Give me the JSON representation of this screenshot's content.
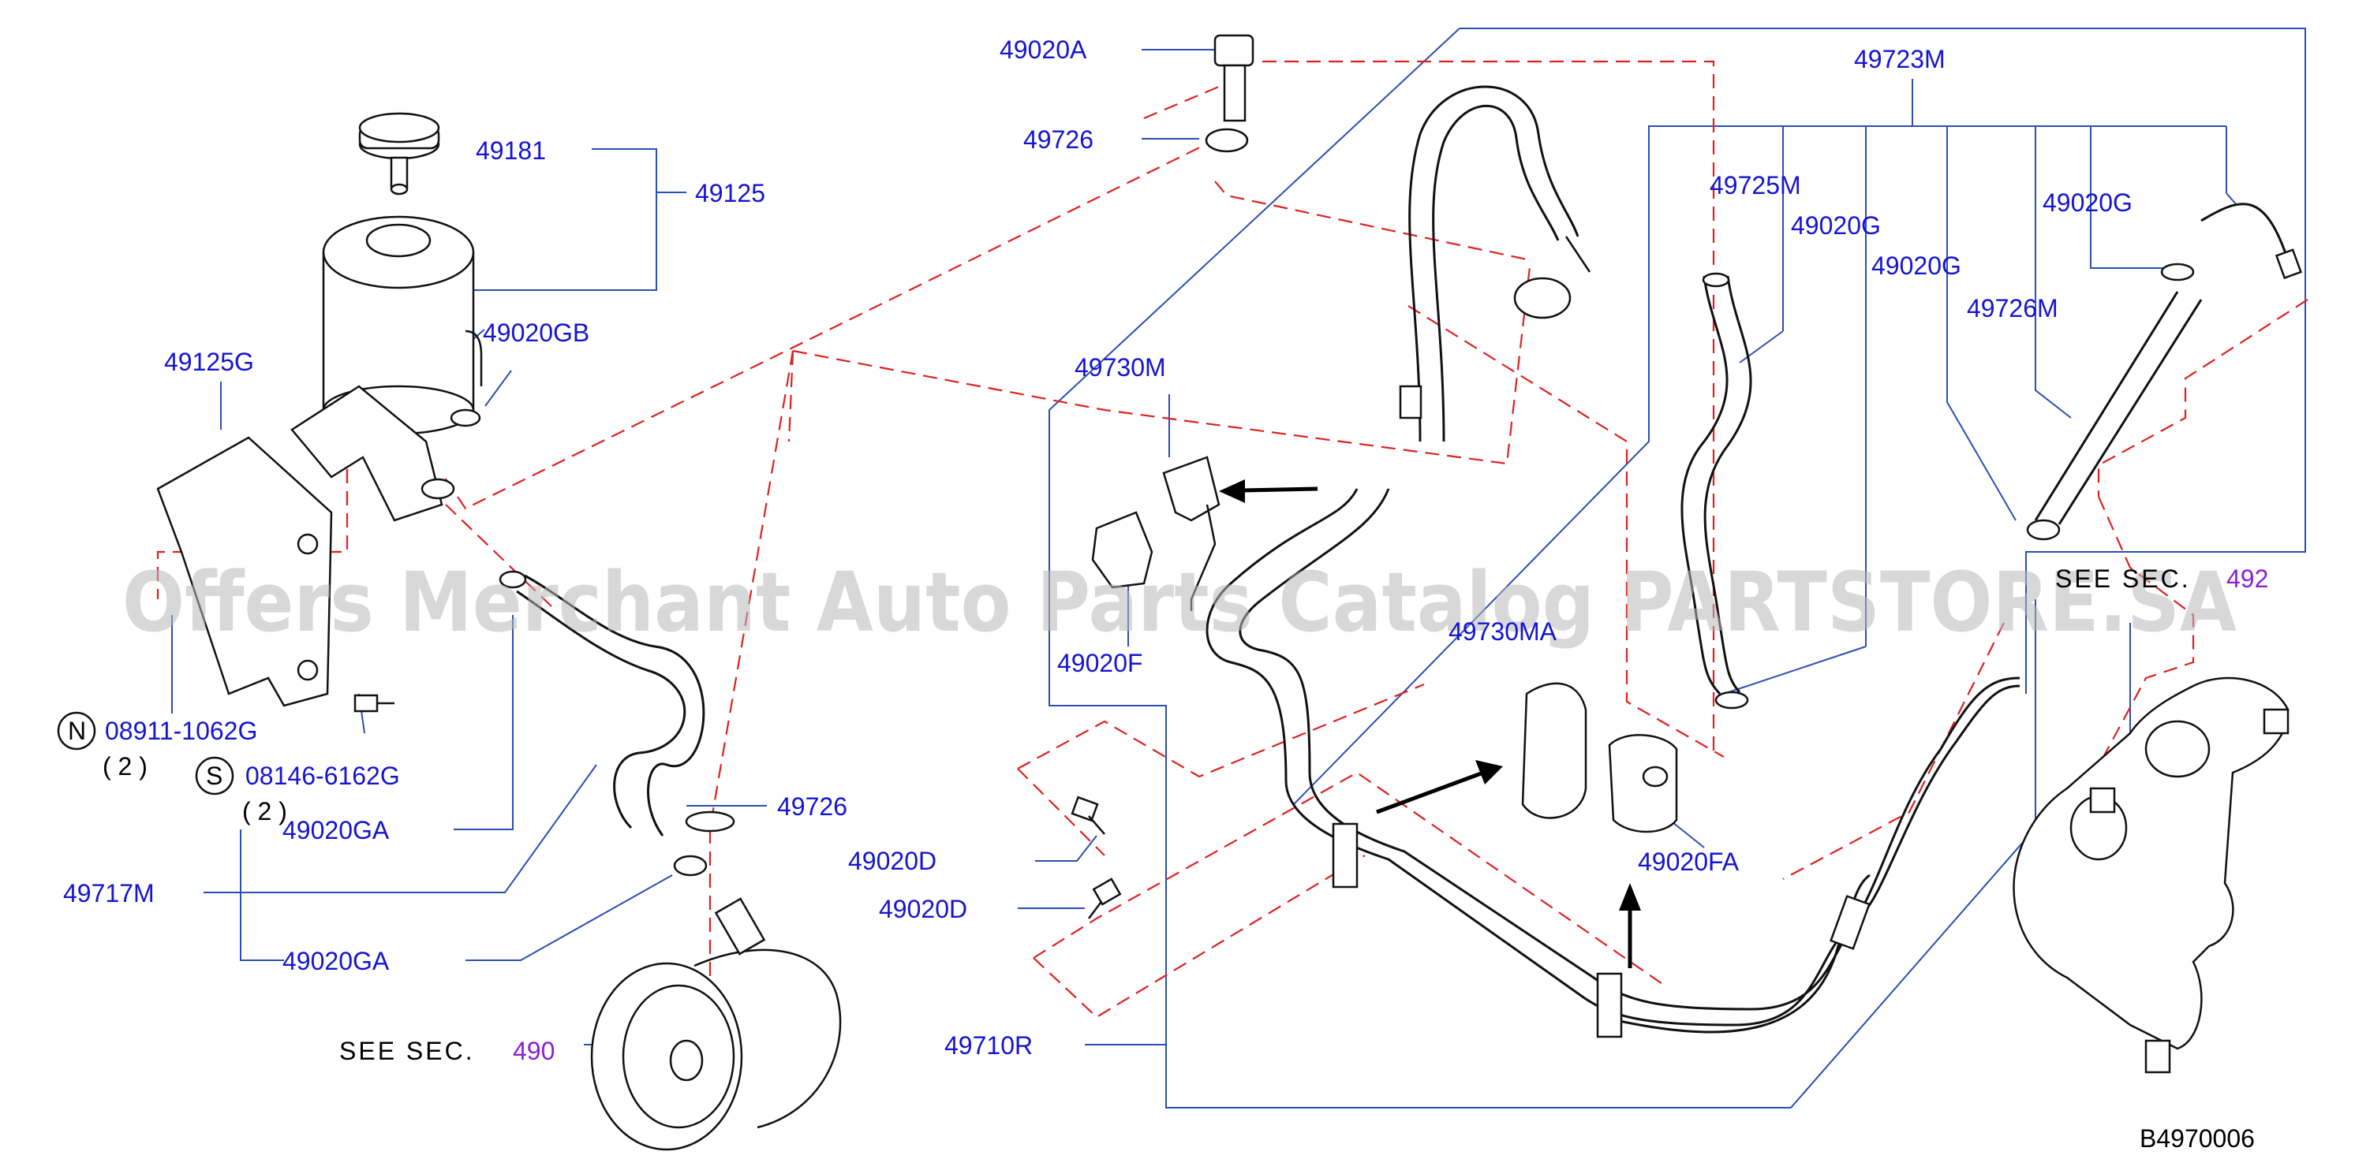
{
  "labels": {
    "p49020A": "49020A",
    "p49726_top": "49726",
    "p49181": "49181",
    "p49125": "49125",
    "p49020GB": "49020GB",
    "p49125G": "49125G",
    "p08911": "08911-1062G",
    "p08911_qty": "( 2 )",
    "p08146": "08146-6162G",
    "p08146_qty": "( 2 )",
    "p49020GA_1": "49020GA",
    "p49717M": "49717M",
    "p49020GA_2": "49020GA",
    "p49726_mid": "49726",
    "p49723M": "49723M",
    "p49725M": "49725M",
    "p49020G_1": "49020G",
    "p49020G_2": "49020G",
    "p49020G_3": "49020G",
    "p49726M": "49726M",
    "p49730M": "49730M",
    "p49020F": "49020F",
    "p49730MA": "49730MA",
    "p49020FA": "49020FA",
    "p49020D_1": "49020D",
    "p49020D_2": "49020D",
    "p49710R": "49710R",
    "fig_code": "B4970006"
  },
  "symbols": {
    "n": "N",
    "s": "S"
  },
  "refs": {
    "see_sec_490_prefix": "SEE SEC.",
    "see_sec_490_num": "490",
    "see_sec_492_prefix": "SEE SEC.",
    "see_sec_492_num": "492"
  },
  "watermark": "Offers Merchant Auto Parts Catalog PARTSTORE.SA",
  "colors": {
    "label": "#1414d2",
    "leader": "#2b4fb0",
    "dashed": "#e02020",
    "section_ref": "#8a1fd6"
  }
}
